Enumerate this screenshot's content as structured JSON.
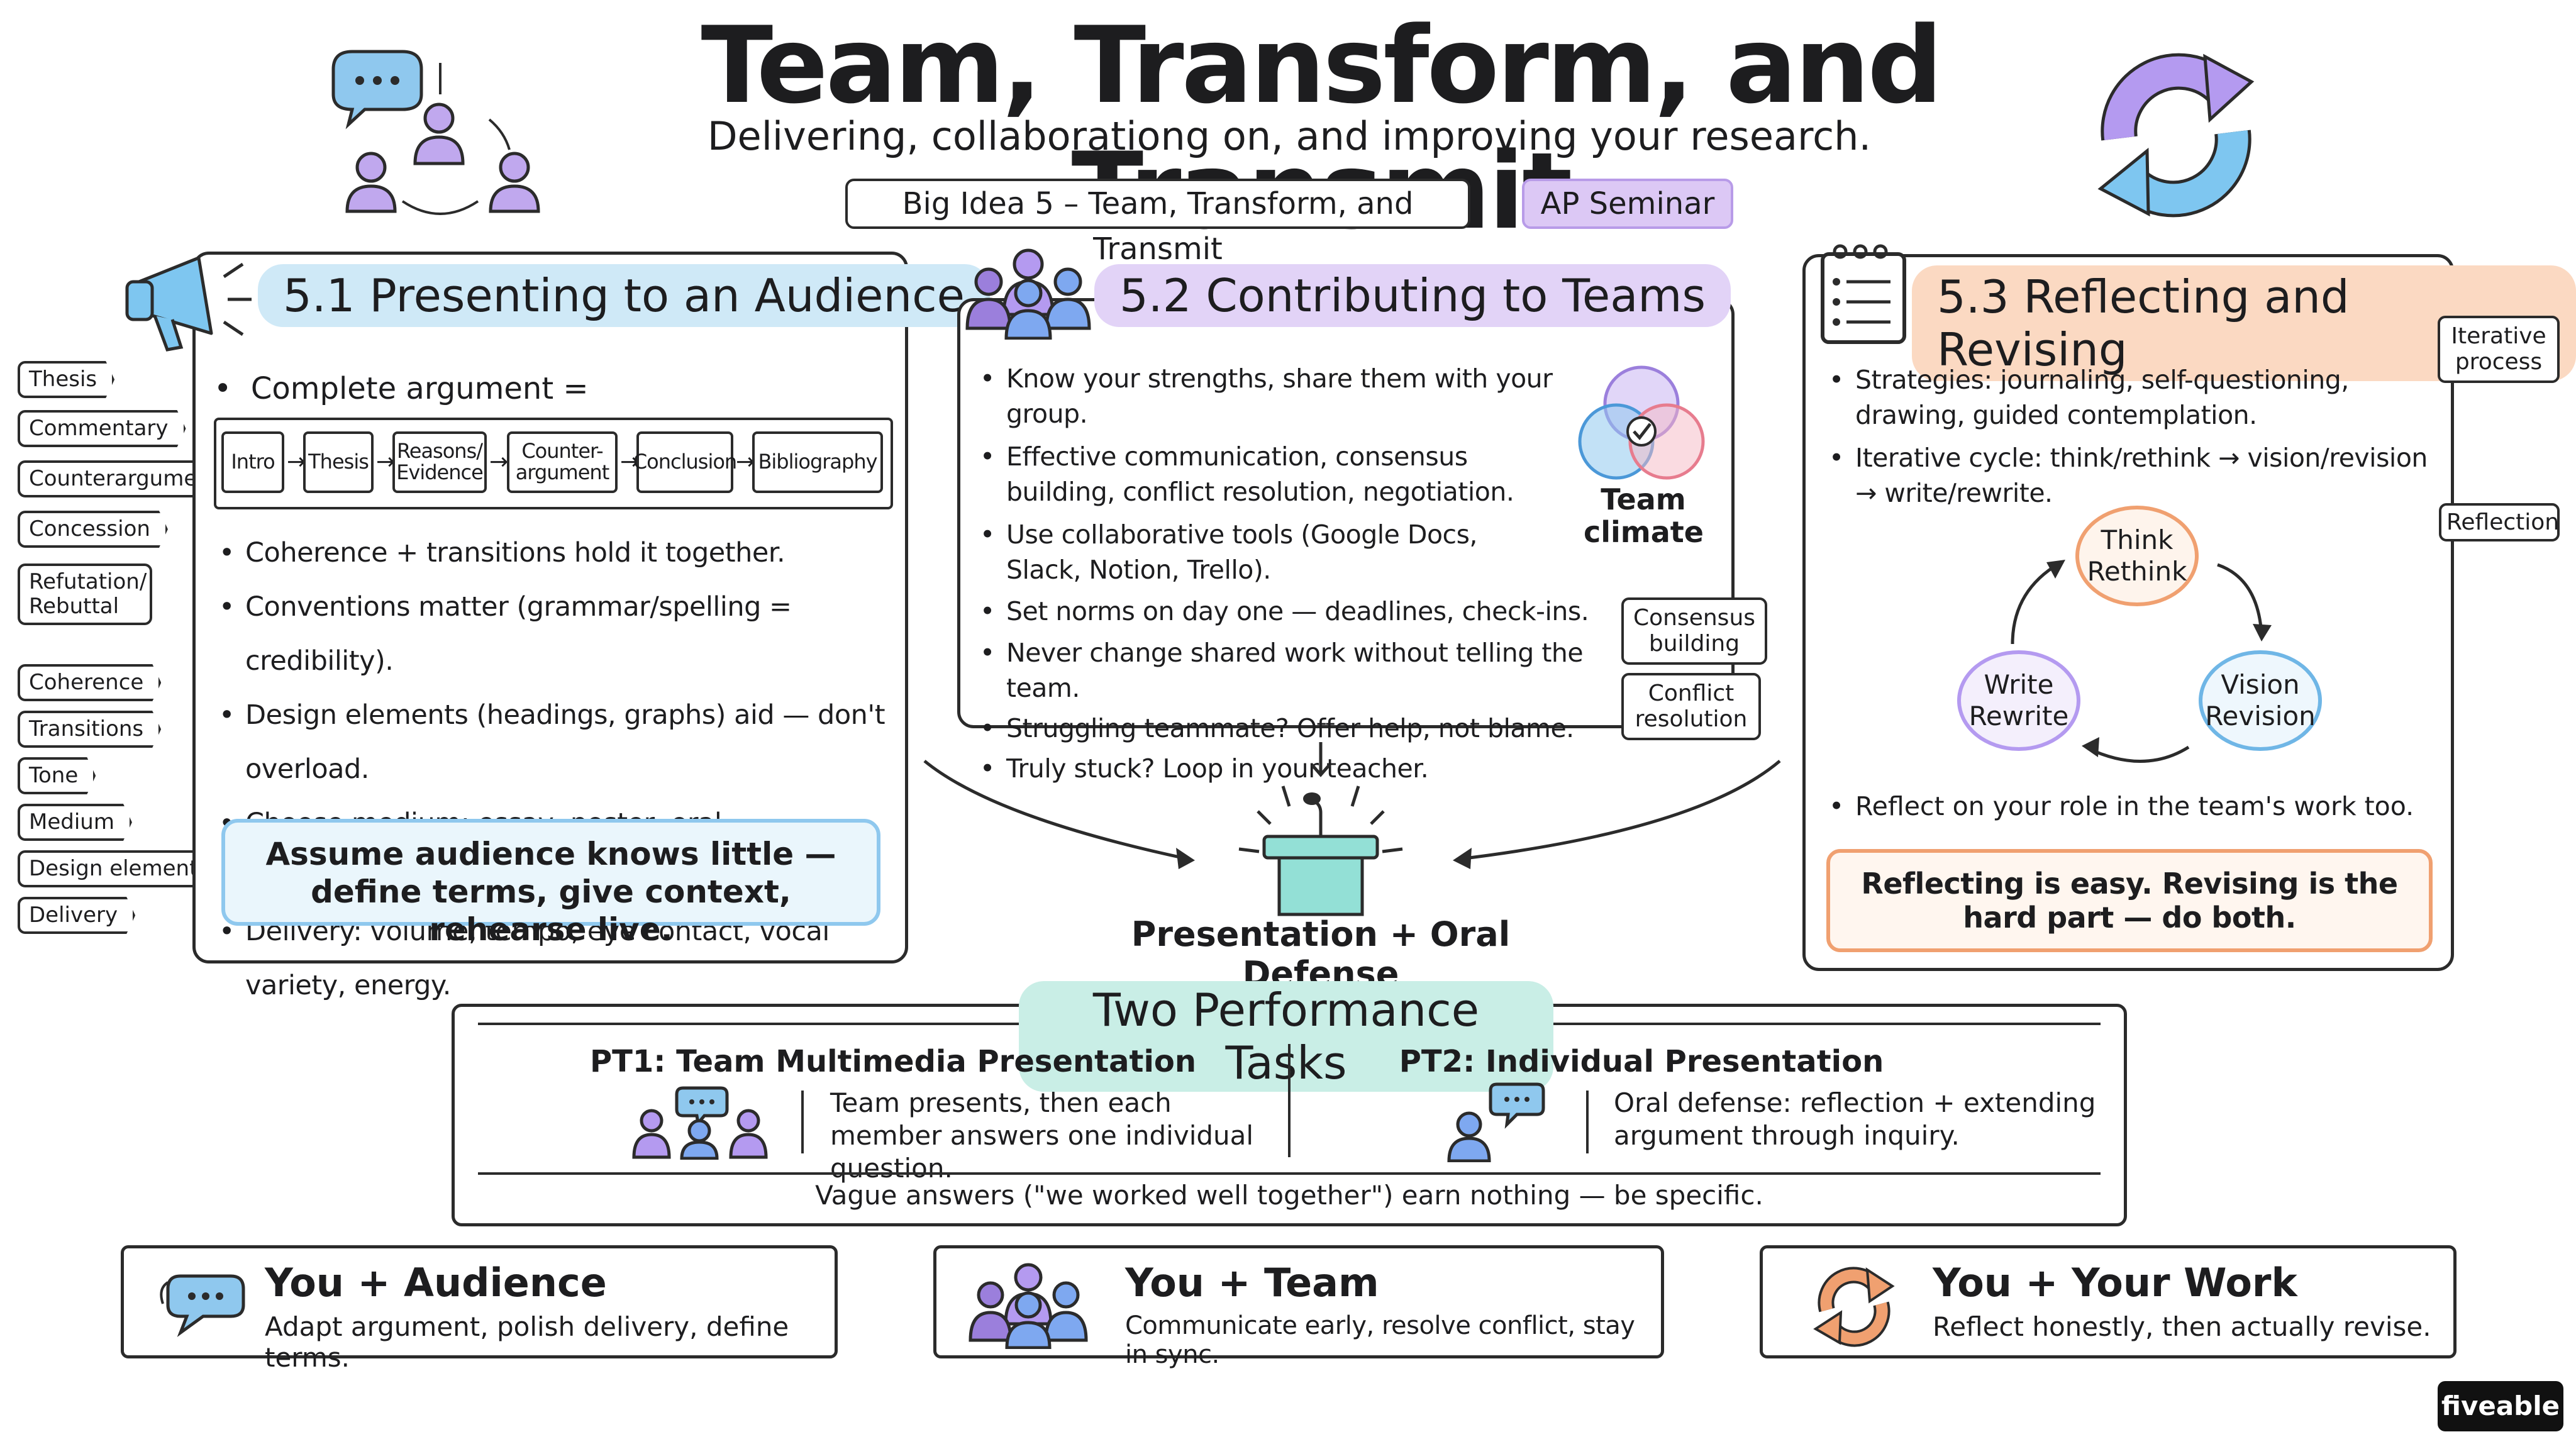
{
  "header": {
    "title": "Team, Transform, and Transmit",
    "subtitle": "Delivering, collaborationg on, and improving your research.",
    "badge_big_idea": "Big Idea 5 – Team, Transform, and Transmit",
    "badge_course": "AP Seminar"
  },
  "section1": {
    "title": "5.1 Presenting to an Audience",
    "intro": "Complete argument =",
    "flow": [
      "Intro",
      "Thesis",
      "Reasons/ Evidence",
      "Counter- argument",
      "Conclusion",
      "Bibliography"
    ],
    "bullets": [
      "Coherence + transitions hold it together.",
      "Conventions matter (grammar/spelling = credibility).",
      "Design elements (headings, graphs) aid — don't overload.",
      "Choose medium: essay, poster, oral, documentary, report.",
      "Delivery: volume, tempo, eye contact, vocal variety, energy."
    ],
    "callout": "Assume audience knows little — define terms, give context, rehearse live."
  },
  "left_tags": [
    "Thesis",
    "Commentary",
    "Counterargument",
    "Concession",
    "Refutation/ Rebuttal",
    "Coherence",
    "Transitions",
    "Tone",
    "Medium",
    "Design elements",
    "Delivery"
  ],
  "section2": {
    "title": "5.2 Contributing to Teams",
    "bullets": [
      "Know your strengths, share them with your group.",
      "Effective communication, consensus building, conflict resolution, negotiation.",
      "Use collaborative tools (Google Docs, Slack, Notion, Trello).",
      "Set norms on day one — deadlines, check-ins.",
      "Never change shared work without telling the team.",
      "Struggling teammate? Offer help, not blame.",
      "Truly stuck? Loop in your teacher."
    ],
    "venn_label": "Team climate",
    "side_boxes": [
      "Consensus building",
      "Conflict resolution"
    ]
  },
  "center": {
    "podium_label": "Presentation + Oral Defense"
  },
  "section3": {
    "title": "5.3 Reflecting and Revising",
    "bullets": [
      "Strategies: journaling, self-questioning, drawing, guided contemplation.",
      "Iterative cycle: think/rethink → vision/revision → write/rewrite."
    ],
    "cycle": [
      "Think Rethink",
      "Vision Revision",
      "Write Rewrite"
    ],
    "bullet_last": "Reflect on your role in the team's work too.",
    "callout": "Reflecting is easy. Revising is the hard part — do both.",
    "side_tags": [
      "Iterative process",
      "Reflection"
    ]
  },
  "tasks": {
    "title": "Two Performance Tasks",
    "pt1_title": "PT1: Team Multimedia Presentation",
    "pt1_text": "Team presents, then each member answers one individual question.",
    "pt2_title": "PT2: Individual Presentation",
    "pt2_text": "Oral defense: reflection + extending argument through inquiry.",
    "footer": "Vague answers (\"we worked well together\") earn nothing — be specific."
  },
  "cards": [
    {
      "title": "You + Audience",
      "text": "Adapt argument, polish delivery, define terms.",
      "icon": "speech-bubble-icon"
    },
    {
      "title": "You + Team",
      "text": "Communicate early, resolve conflict, stay in sync.",
      "icon": "team-icon"
    },
    {
      "title": "You + Your Work",
      "text": "Reflect honestly, then actually revise.",
      "icon": "cycle-icon"
    }
  ],
  "brand": "fiveable",
  "colors": {
    "blue_highlight": "#cfe9f7",
    "purple_highlight": "#e2d3f7",
    "orange_highlight": "#fbd9c2",
    "teal_highlight": "#c9eee6",
    "badge_purple": "#dcc8f5",
    "icon_blue": "#6fb6e6",
    "icon_purple": "#9b7fdc",
    "accent_orange": "#f0a070"
  }
}
